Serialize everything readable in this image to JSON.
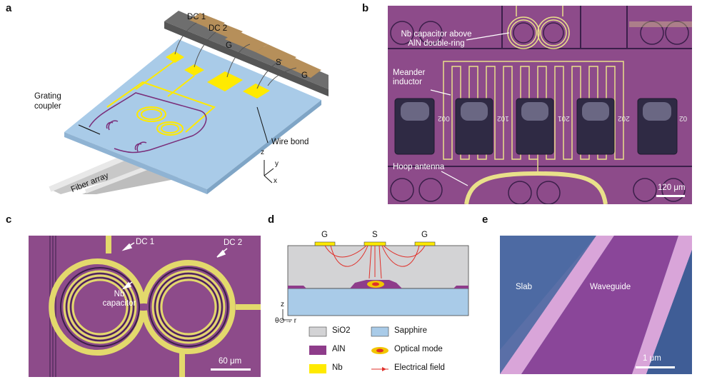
{
  "panels": {
    "a": {
      "letter": "a",
      "labels": {
        "dc1": "DC 1",
        "dc2": "DC 2",
        "g1": "G",
        "s": "S",
        "g2": "G",
        "grating": "Grating\ncoupler",
        "wire_bond": "Wire bond",
        "fiber_array": "Fiber array",
        "axis_z": "z",
        "axis_y": "y",
        "axis_x": "x"
      }
    },
    "b": {
      "letter": "b",
      "labels": {
        "nb_cap": "Nb capacitor above\nAlN double-ring",
        "meander": "Meander\ninductor",
        "hoop": "Hoop antenna",
        "scale": "120 μm",
        "marks": [
          "002",
          "102",
          "201",
          "202"
        ],
        "mark_right": "02"
      }
    },
    "c": {
      "letter": "c",
      "labels": {
        "dc1": "DC 1",
        "dc2": "DC 2",
        "nb_cap": "Nb\ncapacitor",
        "scale": "60 μm"
      }
    },
    "d": {
      "letter": "d",
      "labels": {
        "g1": "G",
        "s": "S",
        "g2": "G",
        "axis_z": "z",
        "axis_theta_r": "θ⊙→ r"
      },
      "legend": [
        {
          "label": "SiO2",
          "color": "#d3d3d5"
        },
        {
          "label": "Sapphire",
          "color": "#a9cbe8"
        },
        {
          "label": "AlN",
          "color": "#8e3c8a"
        },
        {
          "label": "Optical mode",
          "color": "#f2c500"
        },
        {
          "label": "Nb",
          "color": "#ffea00"
        },
        {
          "label": "Electrical field",
          "color": "#e0302a"
        }
      ]
    },
    "e": {
      "letter": "e",
      "labels": {
        "slab": "Slab",
        "waveguide": "Waveguide",
        "scale": "1 μm"
      }
    }
  }
}
